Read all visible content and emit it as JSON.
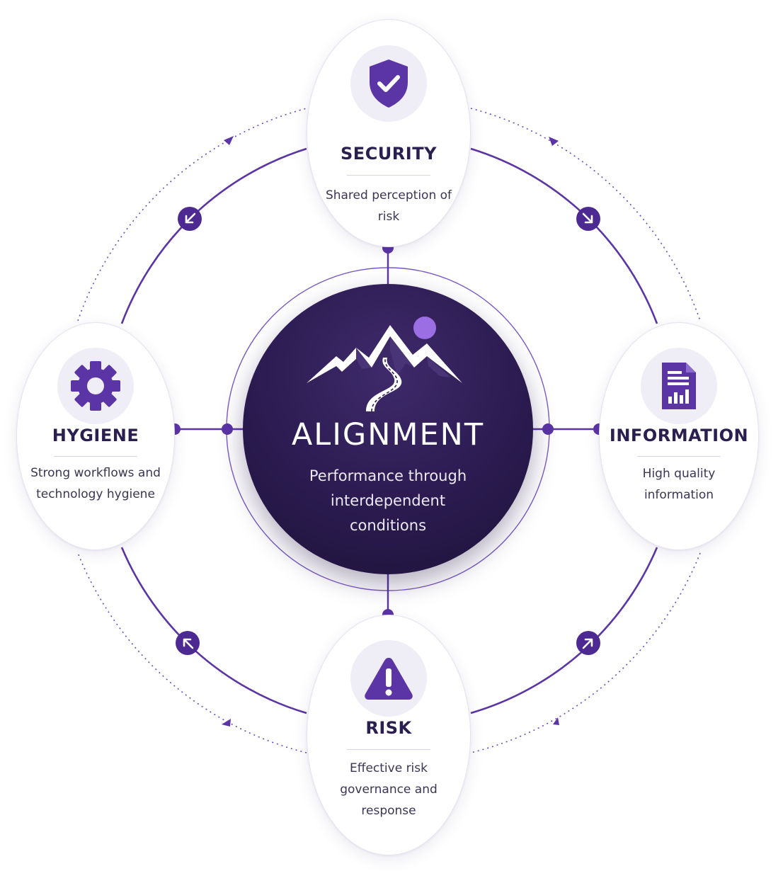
{
  "diagram": {
    "colors": {
      "accent": "#5b34a6",
      "accent_dark": "#2a1f4f",
      "center_bg": "#2c1c52",
      "node_bg": "#ffffff",
      "icon_bg": "#efedf5",
      "moon": "#9b6fe3"
    },
    "center": {
      "title": "ALIGNMENT",
      "description": "Performance through interdependent conditions",
      "icon": "mountain-road-icon"
    },
    "nodes": [
      {
        "key": "security",
        "title": "SECURITY",
        "description": "Shared perception of risk",
        "icon": "shield-check-icon"
      },
      {
        "key": "hygiene",
        "title": "HYGIENE",
        "description": "Strong workflows and technology hygiene",
        "icon": "gear-icon"
      },
      {
        "key": "information",
        "title": "INFORMATION",
        "description": "High quality information",
        "icon": "document-chart-icon"
      },
      {
        "key": "risk",
        "title": "RISK",
        "description": "Effective risk governance and response",
        "icon": "warning-triangle-icon"
      }
    ]
  }
}
